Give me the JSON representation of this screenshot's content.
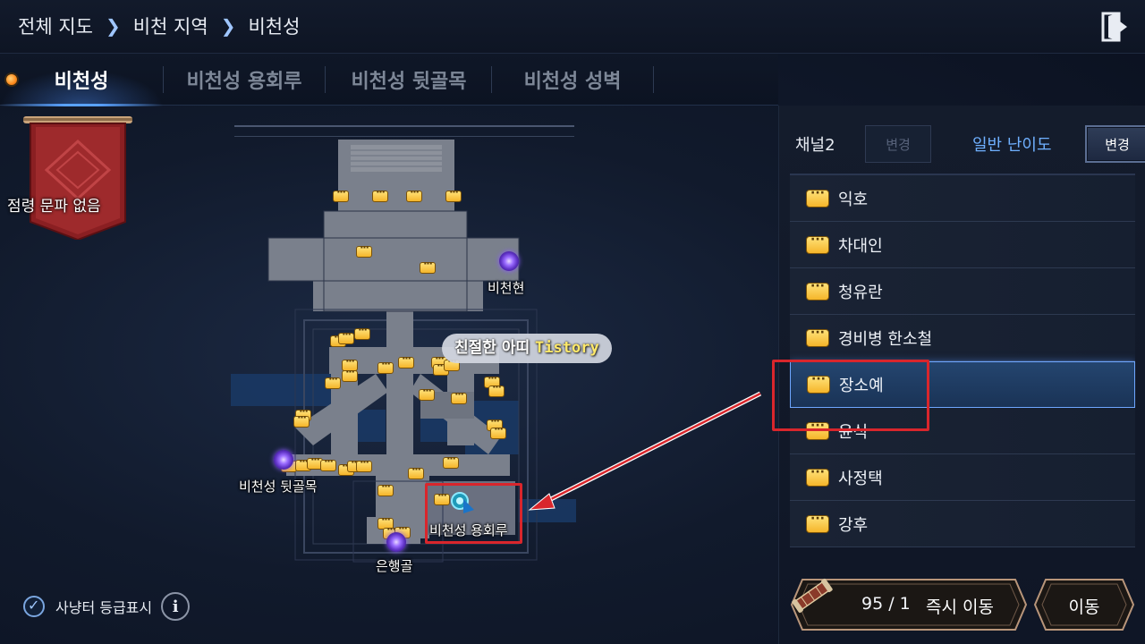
{
  "breadcrumb": {
    "items": [
      "전체 지도",
      "비천 지역",
      "비천성"
    ]
  },
  "tabs": [
    {
      "label": "비천성",
      "active": true
    },
    {
      "label": "비천성 용회루",
      "active": false
    },
    {
      "label": "비천성 뒷골목",
      "active": false
    },
    {
      "label": "비천성 성벽",
      "active": false
    }
  ],
  "map": {
    "occupation_status": "점령 문파 없음",
    "labels": {
      "bicheonhyeon": "비천현",
      "alley": "비천성 뒷골목",
      "yonghoeru": "비천성 용회루",
      "eunhaenggol": "은행골"
    },
    "watermark": {
      "text": "친절한 아띠",
      "brand": "Tistory"
    },
    "grade_toggle_label": "사냥터 등급표시",
    "grade_toggle_checked": true
  },
  "panel": {
    "channel_label": "채널2",
    "channel_change_label": "변경",
    "difficulty_label": "일반 난이도",
    "difficulty_change_label": "변경",
    "npcs": [
      {
        "label": "익호",
        "selected": false
      },
      {
        "label": "차대인",
        "selected": false
      },
      {
        "label": "청유란",
        "selected": false
      },
      {
        "label": "경비병 한소철",
        "selected": false
      },
      {
        "label": "장소예",
        "selected": true
      },
      {
        "label": "윤식",
        "selected": false
      },
      {
        "label": "사정택",
        "selected": false
      },
      {
        "label": "강후",
        "selected": false
      }
    ],
    "teleport": {
      "count": "95 /  1",
      "label": "즉시 이동"
    },
    "move_label": "이동"
  },
  "colors": {
    "accent_blue": "#5aa2ff",
    "highlight_red": "#d9262c",
    "npc_yellow": "#f5b52a",
    "banner_red": "#8a1f22"
  },
  "icons": [
    "exit-icon",
    "npc-speech-icon",
    "portal-icon",
    "player-marker-icon",
    "scroll-icon",
    "info-icon",
    "check-icon"
  ]
}
